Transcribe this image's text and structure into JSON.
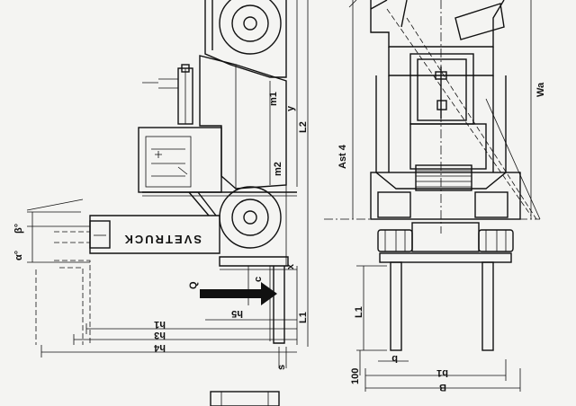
{
  "labels": {
    "m1": "m1",
    "y": "y",
    "L2": "L2",
    "m2": "m2",
    "x": "x",
    "c": "c",
    "L1_side": "L1",
    "h5": "h5",
    "h1": "h1",
    "h3": "h3",
    "h4": "h4",
    "s": "s",
    "Q": "Q",
    "beta": "β°",
    "alpha": "α°",
    "Ast4": "Ast 4",
    "Wa": "Wa",
    "L1_front": "L1",
    "b": "b",
    "b1": "b1",
    "B": "B",
    "hundred": "100"
  },
  "branding": {
    "truck_text": "SVETRUCK"
  }
}
